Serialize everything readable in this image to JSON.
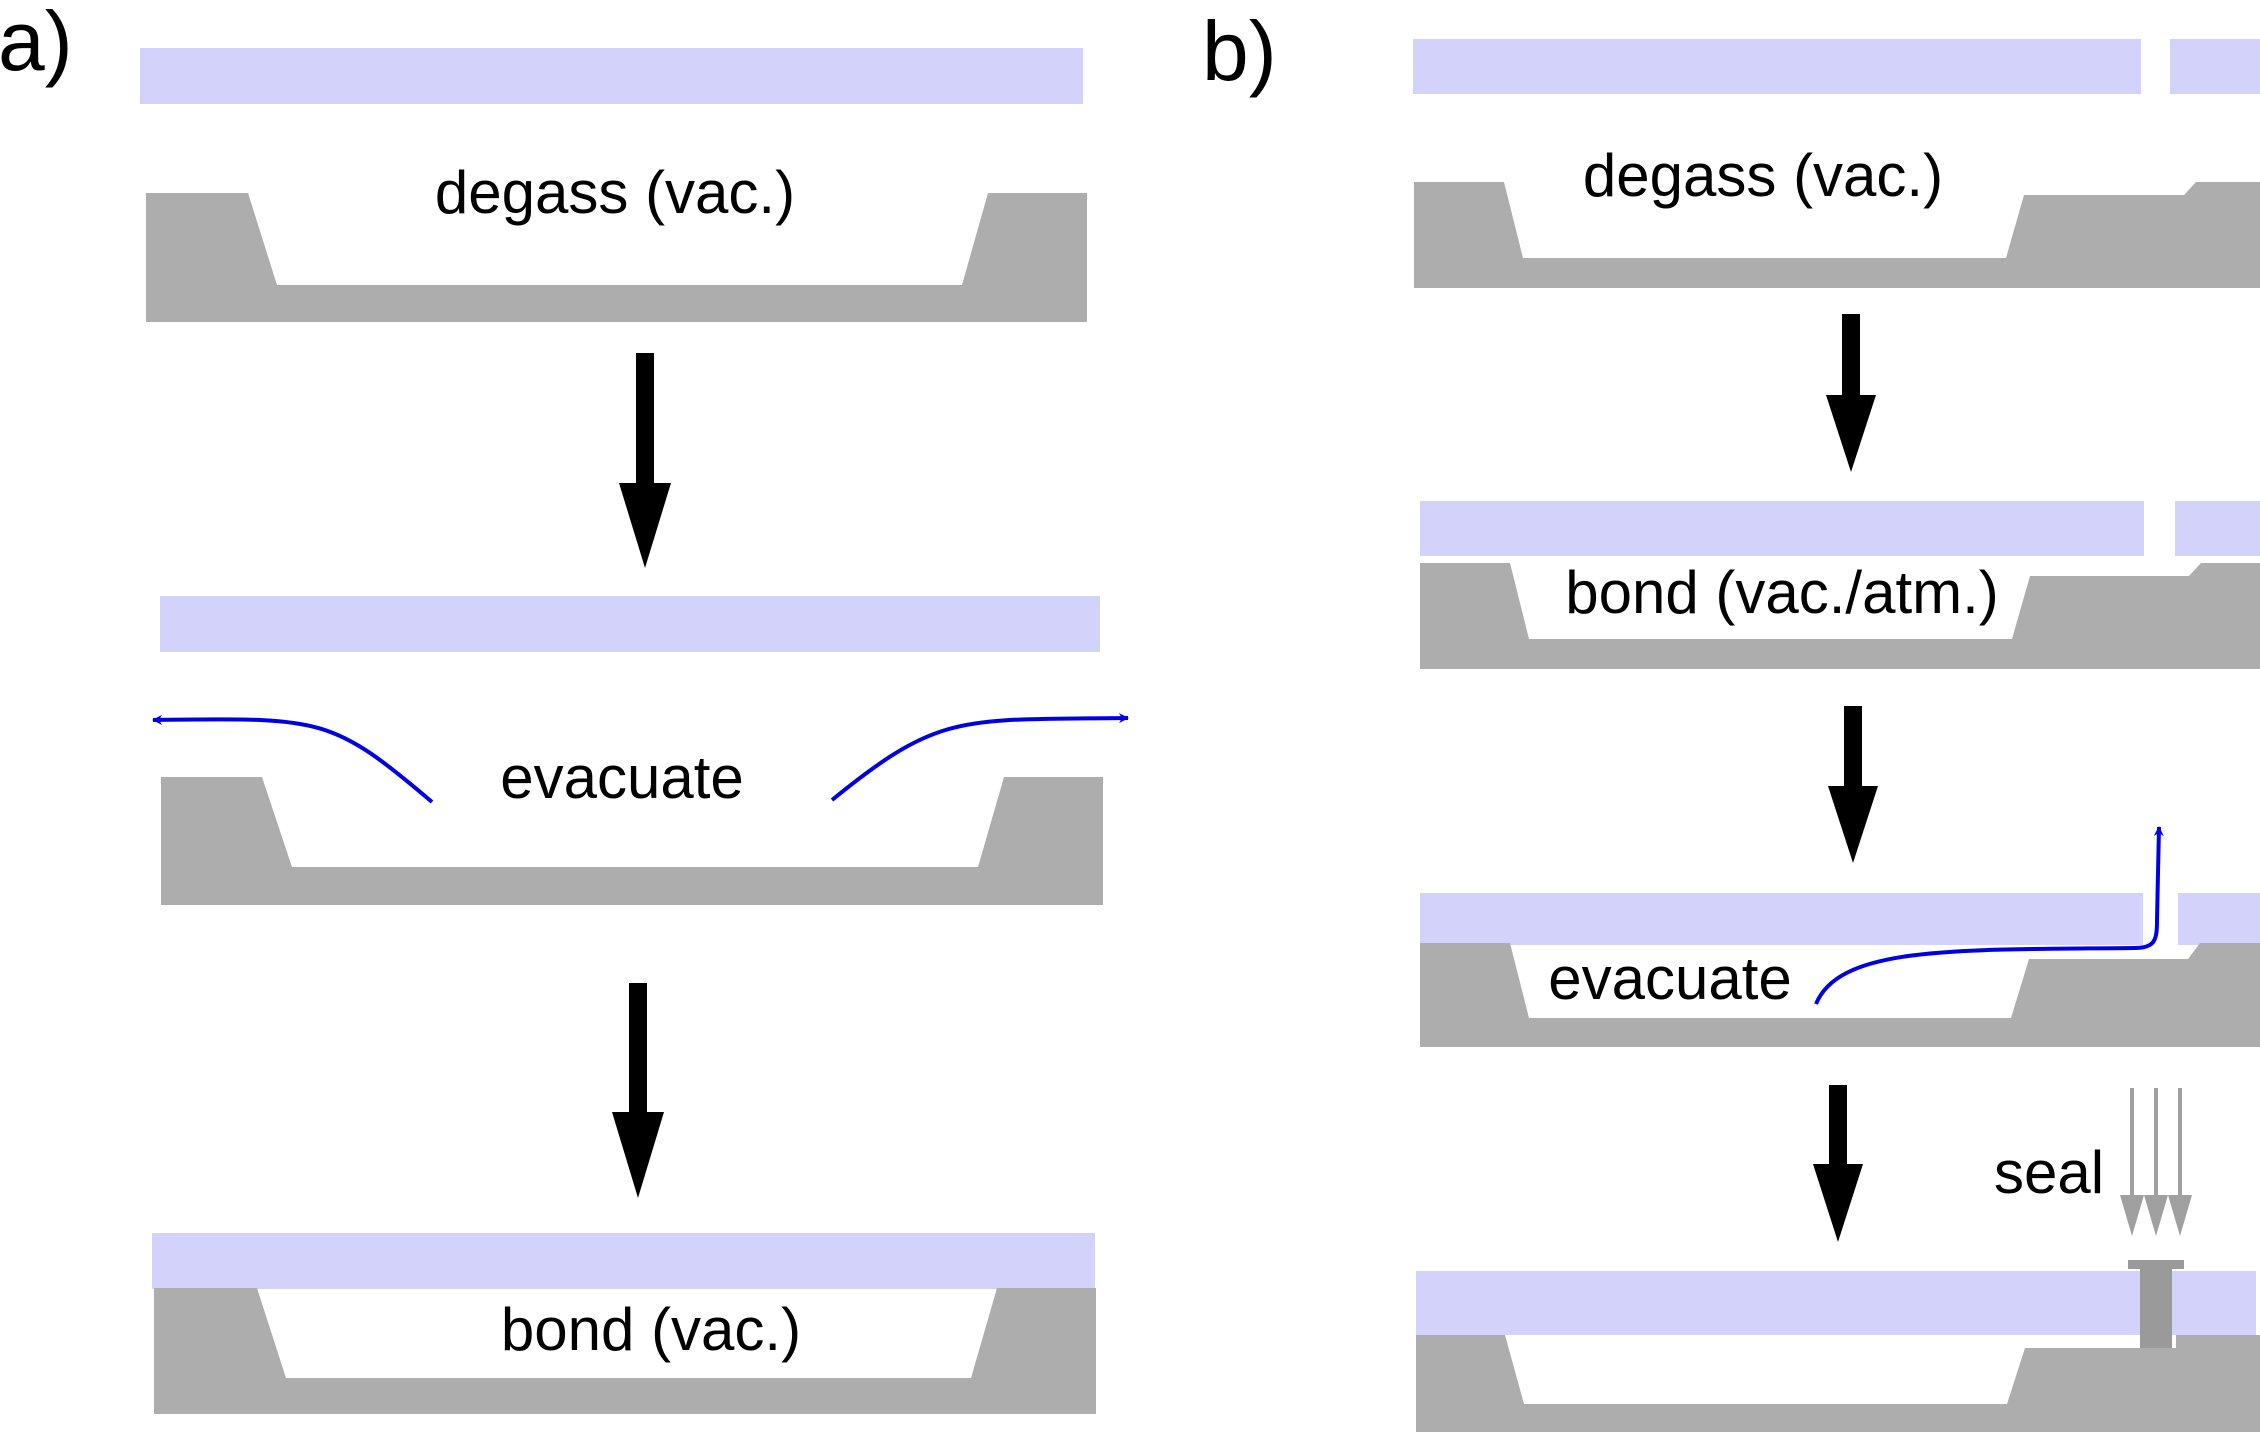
{
  "colors": {
    "background": "#ffffff",
    "glass_lid": "#d2d2fa",
    "substrate": "#adadad",
    "process_arrow": "#000000",
    "flow_arrow": "#0000e6",
    "seal_arrow": "#a0a0a0",
    "seal_plug": "#9a9a9a"
  },
  "panel_a": {
    "label": "a)",
    "steps": [
      "degass (vac.)",
      "evacuate",
      "bond (vac.)"
    ]
  },
  "panel_b": {
    "label": "b)",
    "steps": [
      "degass (vac.)",
      "bond (vac./atm.)",
      "evacuate",
      "seal"
    ]
  }
}
